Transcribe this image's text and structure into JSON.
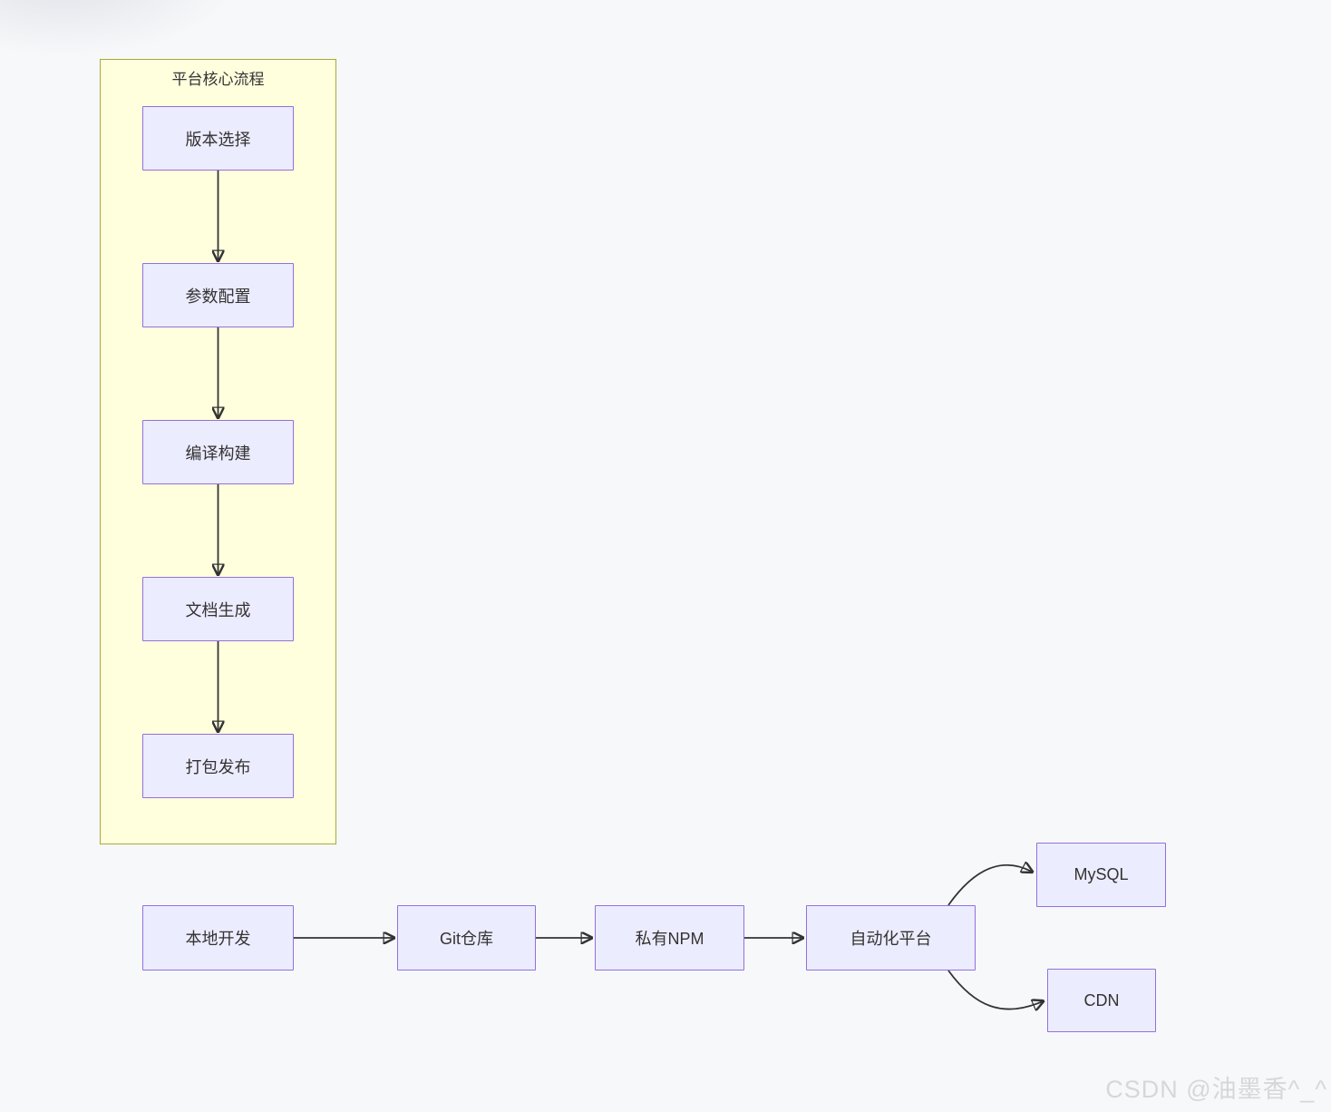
{
  "diagram": {
    "subgraph": {
      "title": "平台核心流程"
    },
    "pipeline_nodes": [
      {
        "label": "版本选择"
      },
      {
        "label": "参数配置"
      },
      {
        "label": "编译构建"
      },
      {
        "label": "文档生成"
      },
      {
        "label": "打包发布"
      }
    ],
    "flow_nodes": {
      "local_dev": {
        "label": "本地开发"
      },
      "git_repo": {
        "label": "Git仓库"
      },
      "private_npm": {
        "label": "私有NPM"
      },
      "automation_platform": {
        "label": "自动化平台"
      },
      "mysql": {
        "label": "MySQL"
      },
      "cdn": {
        "label": "CDN"
      }
    },
    "edges": [
      {
        "from": "版本选择",
        "to": "参数配置"
      },
      {
        "from": "参数配置",
        "to": "编译构建"
      },
      {
        "from": "编译构建",
        "to": "文档生成"
      },
      {
        "from": "文档生成",
        "to": "打包发布"
      },
      {
        "from": "本地开发",
        "to": "Git仓库"
      },
      {
        "from": "Git仓库",
        "to": "私有NPM"
      },
      {
        "from": "私有NPM",
        "to": "自动化平台"
      },
      {
        "from": "自动化平台",
        "to": "MySQL"
      },
      {
        "from": "自动化平台",
        "to": "CDN"
      }
    ]
  },
  "watermark": {
    "text": "CSDN @油墨香^_^"
  },
  "colors": {
    "node_fill": "#ECECFF",
    "node_border": "#9370DB",
    "subgraph_fill": "#FFFFDE",
    "subgraph_border": "#AAAA33",
    "edge_color": "#333333",
    "background": "#F7F8FA",
    "watermark_color": "#D7D7DA"
  }
}
